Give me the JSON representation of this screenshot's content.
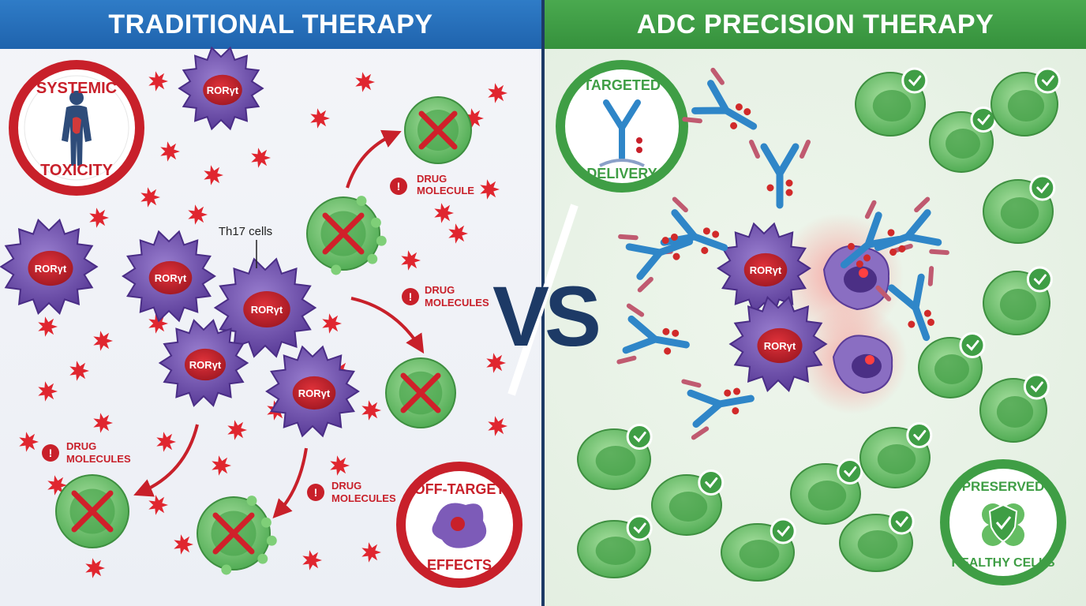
{
  "left": {
    "title": "TRADITIONAL THERAPY",
    "badge_top": "SYSTEMIC",
    "badge_bottom": "TOXICITY",
    "cell_marker": "RORγt",
    "th17_label": "Th17 cells",
    "drug_label_a_line1": "DRUG",
    "drug_label_a_line2": "MOLECULE",
    "drug_label_plural_line1": "DRUG",
    "drug_label_plural_line2": "MOLECULES",
    "offtarget_top": "OFF-TARGET",
    "offtarget_bottom": "EFFECTS"
  },
  "center": {
    "vs": "VS"
  },
  "right": {
    "title": "ADC PRECISION THERAPY",
    "badge_top": "TARGETED",
    "badge_bottom": "DELIVERY",
    "cell_marker": "RORγt",
    "preserved_top": "PRESERVED",
    "preserved_bottom": "HEALTHY CELLS"
  },
  "colors": {
    "left_header": "#1f63ad",
    "right_header": "#35913c",
    "divider": "#1d3a66",
    "warning_red": "#c8202a",
    "healthy_green": "#55b55a",
    "th17_purple": "#6a4aa8",
    "antibody_blue": "#2f86c8"
  }
}
